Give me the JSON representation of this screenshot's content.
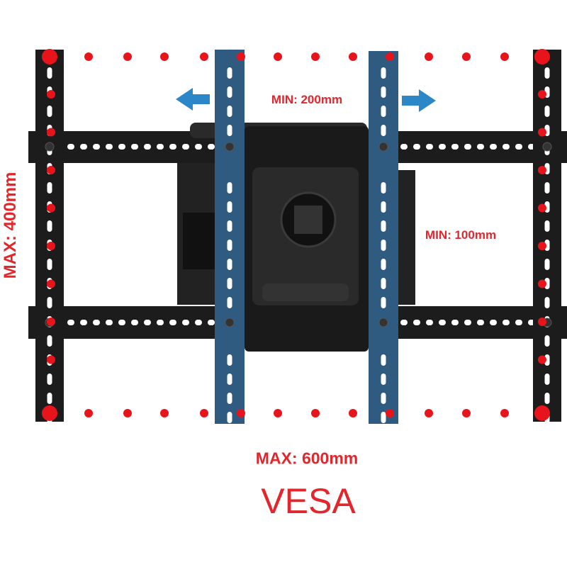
{
  "colors": {
    "label_red": "#e3262b",
    "dot_red": "#e8141c",
    "arrow_blue": "#2c87c8",
    "bar_blue": "#2f5b80",
    "steel_black": "#1c1c1c"
  },
  "labels": {
    "min_width": "MIN: 200mm",
    "min_height": "MIN: 100mm",
    "max_height": "MAX: 400mm",
    "max_width": "MAX: 600mm",
    "standard": "VESA"
  },
  "icons": {
    "left_arrow": "arrow-left-icon",
    "right_arrow": "arrow-right-icon"
  }
}
